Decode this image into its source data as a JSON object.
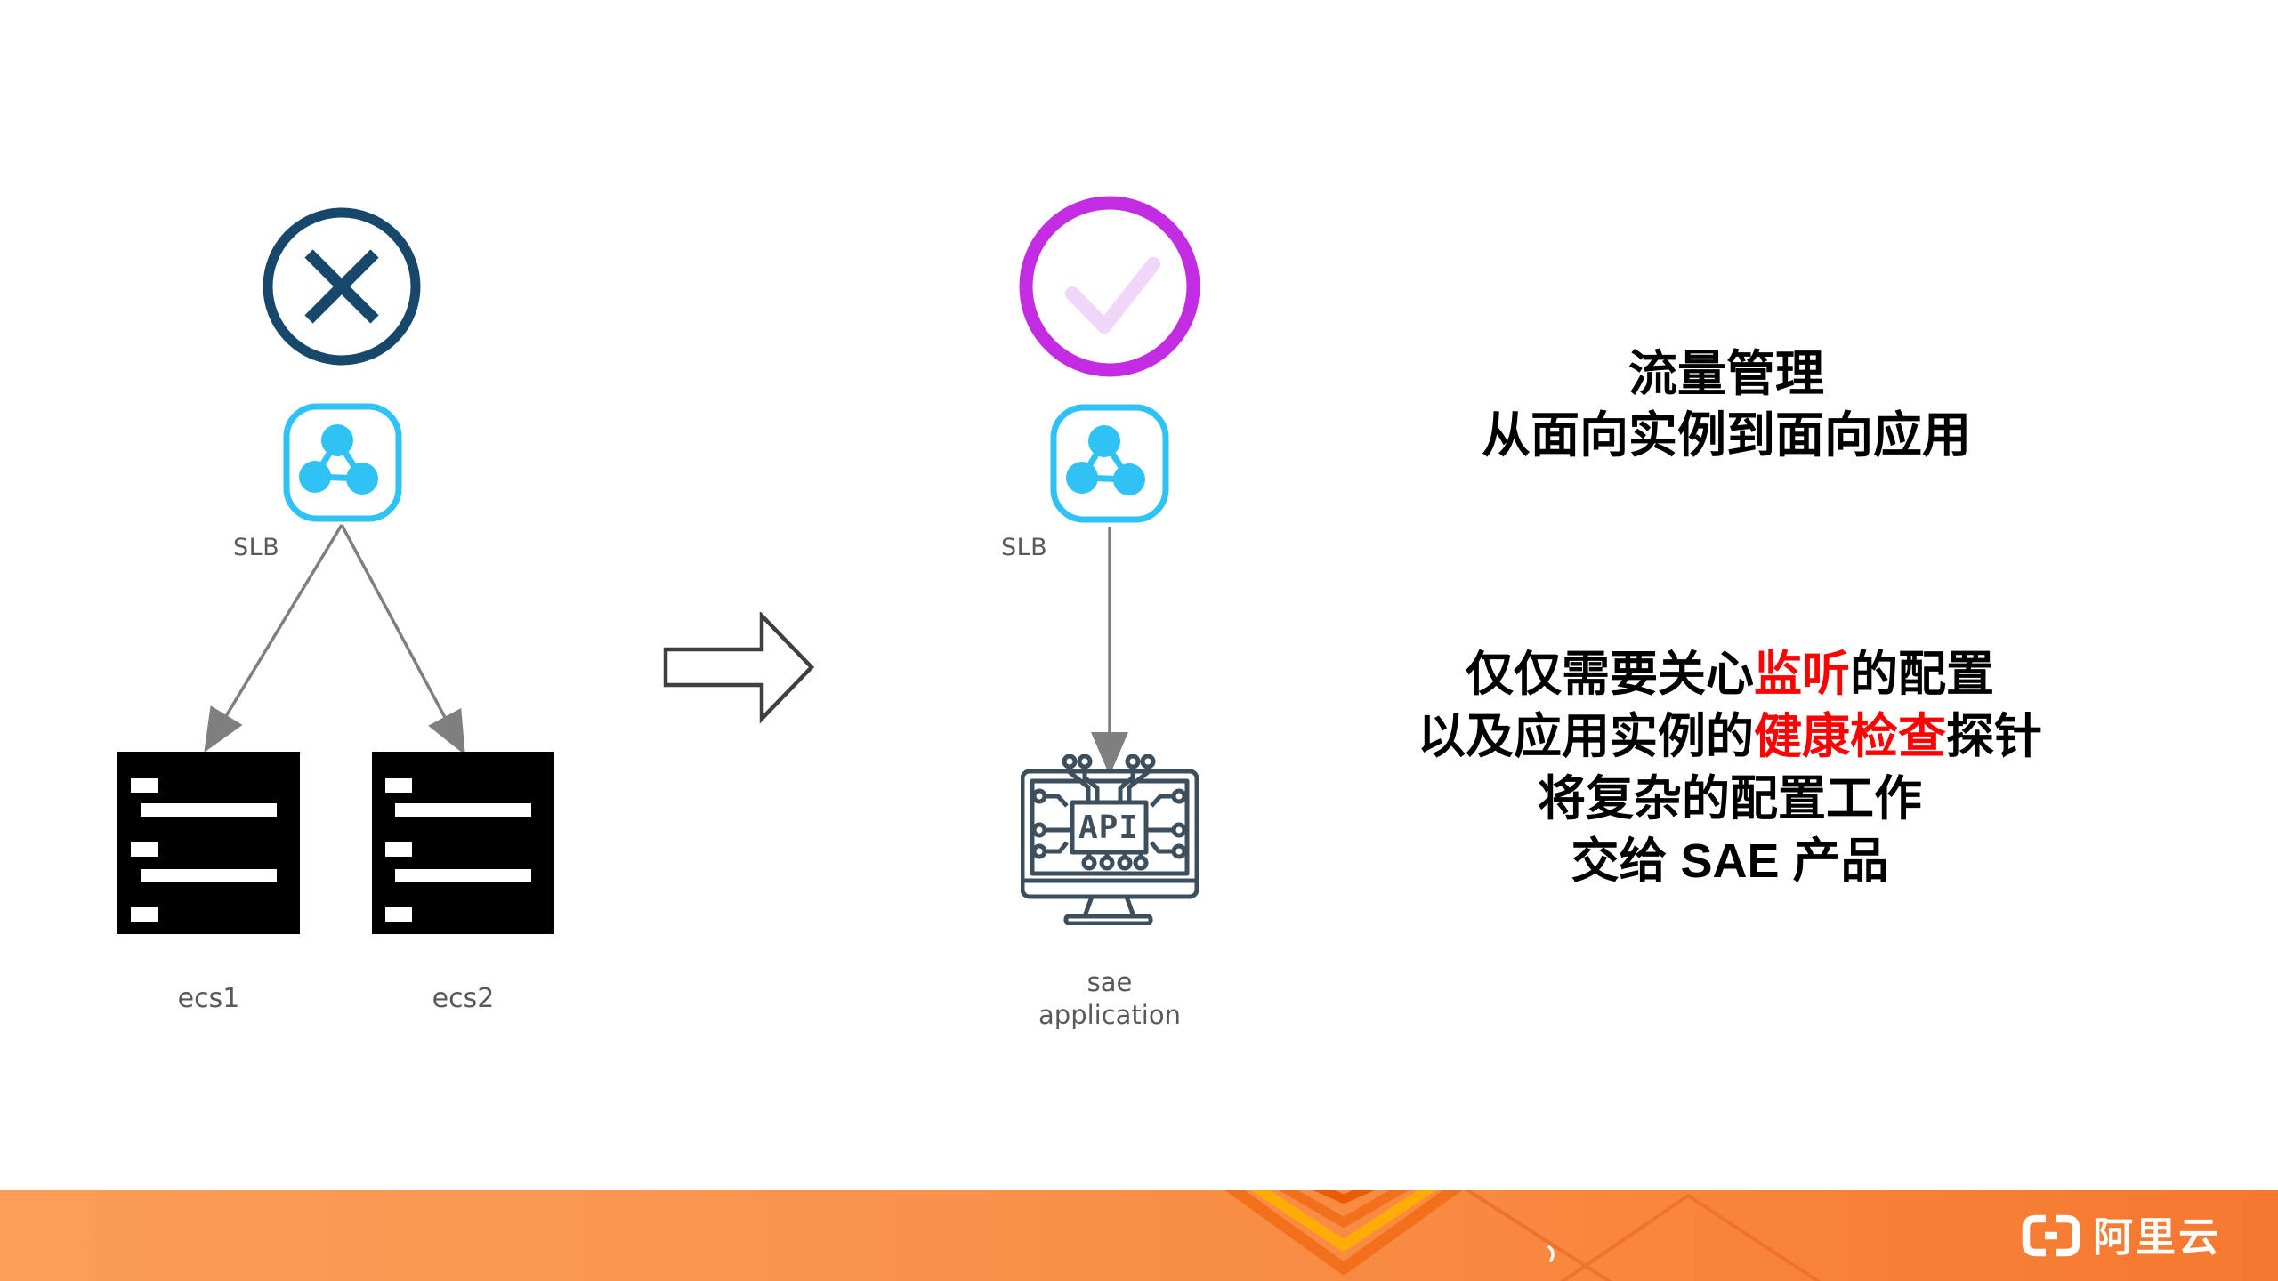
{
  "slide": {
    "left_group": {
      "status": "unavailable",
      "slb_label": "SLB",
      "server1_label": "ecs1",
      "server2_label": "ecs2"
    },
    "right_group": {
      "status": "available",
      "slb_label": "SLB",
      "api_text": "API",
      "app_label_line1": "sae",
      "app_label_line2": "application"
    },
    "headline": {
      "line1": "流量管理",
      "line2": "从面向实例到面向应用"
    },
    "body": [
      {
        "pre": "仅仅需要关心",
        "highlight": "监听",
        "post": "的配置"
      },
      {
        "pre": "以及应用实例的",
        "highlight": "健康检查",
        "post": "探针"
      },
      {
        "pre": "将复杂的配置工作",
        "highlight": "",
        "post": ""
      },
      {
        "pre": "交给 SAE 产品",
        "highlight": "",
        "post": ""
      }
    ],
    "footer": {
      "brand": "阿里云"
    },
    "colors": {
      "error_ring": "#17486B",
      "slb_icon_cyan": "#2EC3F4",
      "success_ring": "#C32CE2",
      "success_check": "#F0D6F8",
      "highlight_red": "#FE0100",
      "diagram_gray": "#595959",
      "arrow_gray": "#7F7F7F",
      "app_icon_slate": "#3D4F5C",
      "server_black": "#000000",
      "footer_orange_start": "#FB9D58",
      "footer_orange_end": "#F5782F",
      "footer_chevron_orange": "#F2701C",
      "footer_chevron_yellow": "#FFAD05"
    }
  }
}
